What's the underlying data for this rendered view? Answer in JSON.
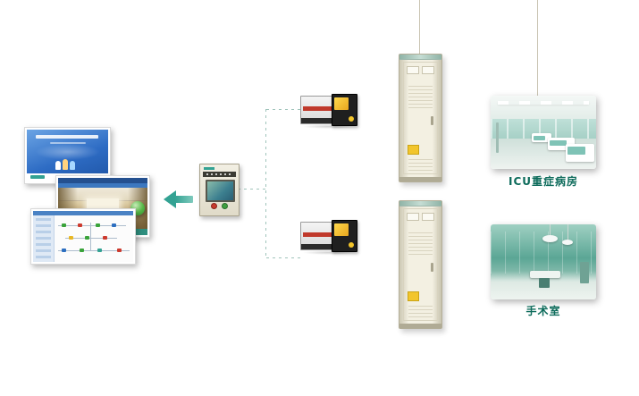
{
  "canvas": {
    "width": "715",
    "height": "443"
  },
  "labels": {
    "icu_room": "ICU重症病房",
    "operating_room": "手术室"
  },
  "icons": {
    "flow_arrow": "arrow-left",
    "status_orb": "green-sphere",
    "warning_sticker": "yellow-warning-label"
  },
  "colors": {
    "accent": "#33a293",
    "label": "#0d6b5b",
    "dash": "#a0c4bb",
    "line": "#c9c4b2",
    "cabinet": "#f3f0e2",
    "warning": "#f2c52c",
    "screen_blue": "#2e6cc4",
    "bar_teal": "#2f8f7f"
  }
}
